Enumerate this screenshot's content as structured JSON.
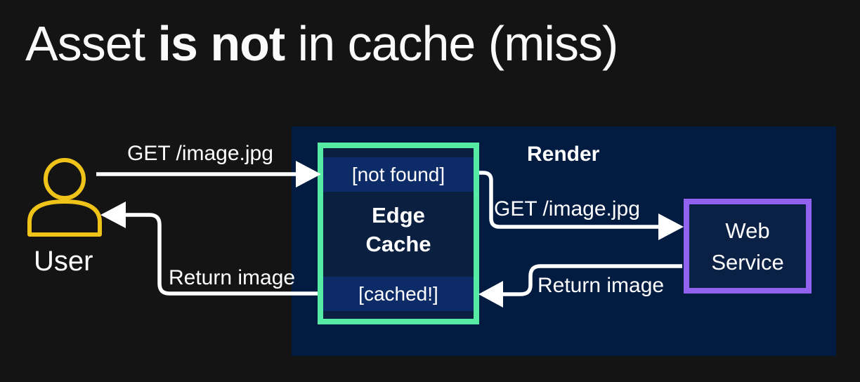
{
  "title": {
    "prefix": "Asset ",
    "emphasis": "is not",
    "suffix": " in cache (miss)"
  },
  "zone": {
    "label": "Render"
  },
  "user": {
    "label": "User",
    "icon": "person-icon"
  },
  "edge_cache": {
    "name": "Edge Cache",
    "state_top": "[not found]",
    "state_bottom": "[cached!]"
  },
  "web_service": {
    "name": "Web Service"
  },
  "arrows": {
    "user_to_cache": {
      "label": "GET /image.jpg"
    },
    "cache_to_service": {
      "label": "GET /image.jpg"
    },
    "service_to_cache": {
      "label": "Return image"
    },
    "cache_to_user": {
      "label": "Return image"
    }
  },
  "colors": {
    "background": "#141414",
    "panel_navy": "#021b41",
    "edge_cache_border_green": "#55eba4",
    "web_service_border_purple": "#9161f0",
    "state_band_blue": "#0d2b67",
    "user_icon_yellow": "#f0c319",
    "arrow_white": "#ffffff"
  }
}
